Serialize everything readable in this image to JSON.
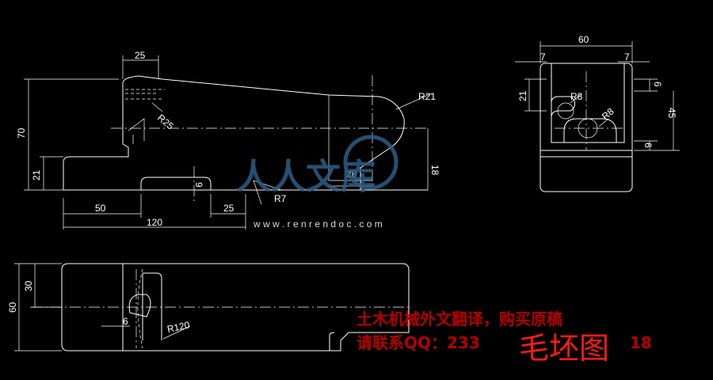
{
  "dimensions": {
    "top_25": "25",
    "height_70": "70",
    "r25": "R25",
    "r21": "R21",
    "h21": "21",
    "w28": "28",
    "h18": "18",
    "r7": "R7",
    "h9": "9",
    "w50": "50",
    "w25b": "25",
    "w120": "120",
    "side_60": "60",
    "side_7a": "7",
    "side_7b": "7",
    "side_21": "21",
    "side_6a": "6",
    "side_r8a": "R8",
    "side_r8b": "R8",
    "side_45": "45",
    "side_6b": "6",
    "bot_60": "60",
    "bot_30": "30",
    "bot_6": "6",
    "bot_r120": "R120"
  },
  "watermark": {
    "logo_text": "人人文库",
    "url": "w w w . r e n r e n d o c . c o m",
    "promo_line1": "土木机械外文翻译，购买原稿",
    "promo_line2": "请联系QQ：233",
    "promo_line2_tail": "18"
  },
  "title": "毛坯图",
  "colors": {
    "background": "#000000",
    "lines": "#ffffff",
    "title": "#ff1a1a",
    "promo": "#b30000",
    "logo": "#2d5d86"
  }
}
